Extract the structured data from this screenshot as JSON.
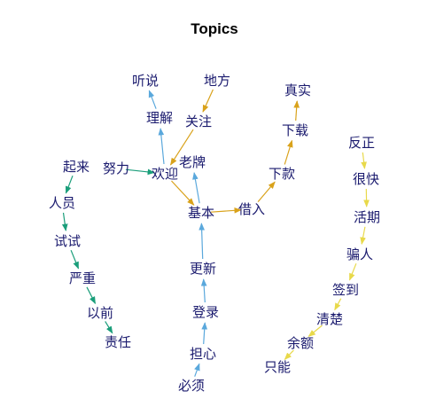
{
  "title": "Topics",
  "colors": {
    "node_text": "#1a1a6e",
    "edge_blue": "#5aa8dc",
    "edge_orange": "#d9a21b",
    "edge_teal": "#1a9e7a",
    "edge_yellow": "#e8d94a"
  },
  "nodes": [
    {
      "id": "tingshuo",
      "label": "听说"
    },
    {
      "id": "difang",
      "label": "地方"
    },
    {
      "id": "zhenshi",
      "label": "真实"
    },
    {
      "id": "lijie",
      "label": "理解"
    },
    {
      "id": "guanzhu",
      "label": "关注"
    },
    {
      "id": "xiazai",
      "label": "下载"
    },
    {
      "id": "fanzheng",
      "label": "反正"
    },
    {
      "id": "qilai",
      "label": "起来"
    },
    {
      "id": "nuli",
      "label": "努力"
    },
    {
      "id": "laopai",
      "label": "老牌"
    },
    {
      "id": "huanying",
      "label": "欢迎"
    },
    {
      "id": "xiakuan",
      "label": "下款"
    },
    {
      "id": "henkuai",
      "label": "很快"
    },
    {
      "id": "renyuan",
      "label": "人员"
    },
    {
      "id": "jiben",
      "label": "基本"
    },
    {
      "id": "jieru",
      "label": "借入"
    },
    {
      "id": "huoqi",
      "label": "活期"
    },
    {
      "id": "shishi",
      "label": "试试"
    },
    {
      "id": "pianren",
      "label": "骗人"
    },
    {
      "id": "gengxin",
      "label": "更新"
    },
    {
      "id": "yanzhong",
      "label": "严重"
    },
    {
      "id": "qiandao",
      "label": "签到"
    },
    {
      "id": "yiqian",
      "label": "以前"
    },
    {
      "id": "denglu",
      "label": "登录"
    },
    {
      "id": "qingchu",
      "label": "清楚"
    },
    {
      "id": "zeren",
      "label": "责任"
    },
    {
      "id": "yue",
      "label": "余额"
    },
    {
      "id": "danxin",
      "label": "担心"
    },
    {
      "id": "zhineng",
      "label": "只能"
    },
    {
      "id": "bixu",
      "label": "必须"
    }
  ],
  "edges": [
    {
      "from": "difang",
      "to": "guanzhu",
      "color": "orange"
    },
    {
      "from": "guanzhu",
      "to": "huanying",
      "color": "orange"
    },
    {
      "from": "huanying",
      "to": "lijie",
      "color": "blue"
    },
    {
      "from": "lijie",
      "to": "tingshuo",
      "color": "blue"
    },
    {
      "from": "nuli",
      "to": "huanying",
      "color": "teal"
    },
    {
      "from": "huanying",
      "to": "jiben",
      "color": "orange"
    },
    {
      "from": "jiben",
      "to": "laopai",
      "color": "blue"
    },
    {
      "from": "jiben",
      "to": "jieru",
      "color": "orange"
    },
    {
      "from": "jieru",
      "to": "xiakuan",
      "color": "orange"
    },
    {
      "from": "xiakuan",
      "to": "xiazai",
      "color": "orange"
    },
    {
      "from": "xiazai",
      "to": "zhenshi",
      "color": "orange"
    },
    {
      "from": "qilai",
      "to": "renyuan",
      "color": "teal"
    },
    {
      "from": "renyuan",
      "to": "shishi",
      "color": "teal"
    },
    {
      "from": "shishi",
      "to": "yanzhong",
      "color": "teal"
    },
    {
      "from": "yanzhong",
      "to": "yiqian",
      "color": "teal"
    },
    {
      "from": "yiqian",
      "to": "zeren",
      "color": "teal"
    },
    {
      "from": "bixu",
      "to": "danxin",
      "color": "blue"
    },
    {
      "from": "danxin",
      "to": "denglu",
      "color": "blue"
    },
    {
      "from": "denglu",
      "to": "gengxin",
      "color": "blue"
    },
    {
      "from": "gengxin",
      "to": "jiben",
      "color": "blue"
    },
    {
      "from": "fanzheng",
      "to": "henkuai",
      "color": "yellow"
    },
    {
      "from": "henkuai",
      "to": "huoqi",
      "color": "yellow"
    },
    {
      "from": "huoqi",
      "to": "pianren",
      "color": "yellow"
    },
    {
      "from": "pianren",
      "to": "qiandao",
      "color": "yellow"
    },
    {
      "from": "qiandao",
      "to": "qingchu",
      "color": "yellow"
    },
    {
      "from": "qingchu",
      "to": "yue",
      "color": "yellow"
    },
    {
      "from": "yue",
      "to": "zhineng",
      "color": "yellow"
    }
  ]
}
